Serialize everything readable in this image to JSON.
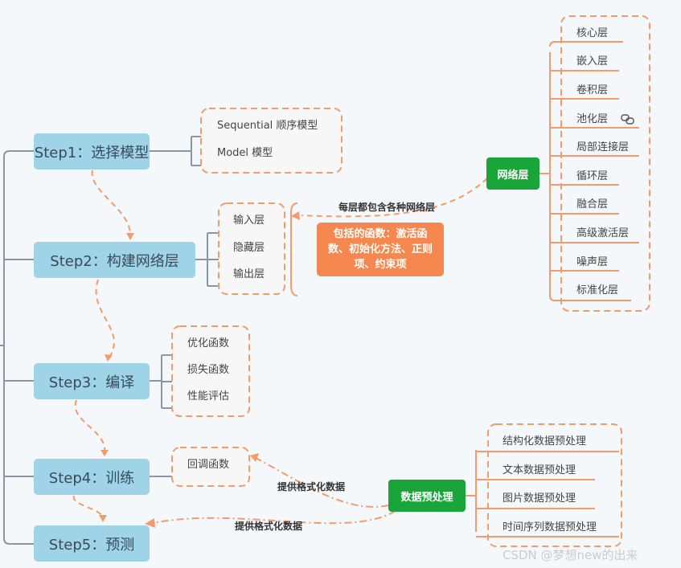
{
  "steps": [
    {
      "label": "Step1：选择模型"
    },
    {
      "label": "Step2：构建网络层"
    },
    {
      "label": "Step3：编译"
    },
    {
      "label": "Step4：训练"
    },
    {
      "label": "Step5：预测"
    }
  ],
  "model_types": [
    "Sequential 顺序模型",
    "Model 模型"
  ],
  "layer_parts": [
    "输入层",
    "隐藏层",
    "输出层"
  ],
  "compile_items": [
    "优化函数",
    "损失函数",
    "性能评估"
  ],
  "train_items": [
    "回调函数"
  ],
  "network_layer": {
    "label": "网络层",
    "items": [
      "核心层",
      "嵌入层",
      "卷积层",
      "池化层",
      "局部连接层",
      "循环层",
      "融合层",
      "高级激活层",
      "噪声层",
      "标准化层"
    ]
  },
  "function_note": "包括的函数：激活函数、初始化方法、正则项、约束项",
  "edge_each_layer": "每层都包含各种网络层",
  "preprocess": {
    "label": "数据预处理",
    "items": [
      "结构化数据预处理",
      "文本数据预处理",
      "图片数据预处理",
      "时间序列数据预处理"
    ],
    "edge_label_train": "提供格式化数据",
    "edge_label_predict": "提供格式化数据"
  },
  "watermark": "CSDN @梦想new的出来",
  "colors": {
    "step_fill": "#9ed3e8",
    "green": "#1aa53a",
    "orange": "#f6874e",
    "dashed": "#f39b6a",
    "line_gray": "#8a95a5"
  }
}
